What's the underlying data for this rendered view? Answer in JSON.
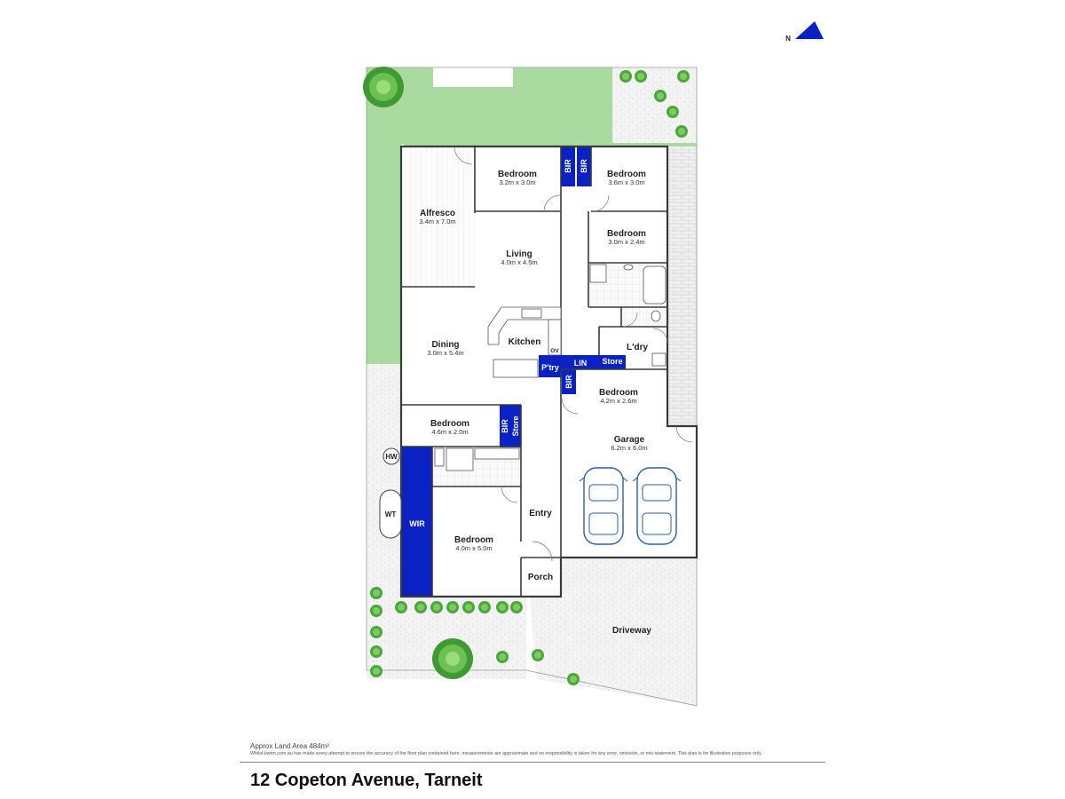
{
  "rooms": [
    {
      "id": "alfresco",
      "label": "Alfresco",
      "dims": "3.4m x 7.0m"
    },
    {
      "id": "bed2",
      "label": "Bedroom",
      "dims": "3.2m x 3.0m"
    },
    {
      "id": "bed3",
      "label": "Bedroom",
      "dims": "3.6m x 3.0m"
    },
    {
      "id": "bed4",
      "label": "Bedroom",
      "dims": "3.0m x 2.4m"
    },
    {
      "id": "living",
      "label": "Living",
      "dims": "4.0m x 4.5m"
    },
    {
      "id": "dining",
      "label": "Dining",
      "dims": "3.0m x 5.4m"
    },
    {
      "id": "kitchen",
      "label": "Kitchen",
      "dims": ""
    },
    {
      "id": "laundry",
      "label": "L'dry",
      "dims": ""
    },
    {
      "id": "bed5",
      "label": "Bedroom",
      "dims": "4.2m x 2.6m"
    },
    {
      "id": "bed6",
      "label": "Bedroom",
      "dims": "4.6m x 2.0m"
    },
    {
      "id": "garage",
      "label": "Garage",
      "dims": "6.2m x 6.0m"
    },
    {
      "id": "entry",
      "label": "Entry",
      "dims": ""
    },
    {
      "id": "master",
      "label": "Bedroom",
      "dims": "4.0m x 5.0m"
    },
    {
      "id": "porch",
      "label": "Porch",
      "dims": ""
    },
    {
      "id": "driveway",
      "label": "Driveway",
      "dims": ""
    }
  ],
  "storage_labels": {
    "bir_1": "BIR",
    "bir_2": "BIR",
    "bir_3": "BIR",
    "bir_4": "BIR",
    "store_1": "Store",
    "store_2": "Store",
    "lin": "LIN",
    "pantry": "P'try",
    "wir": "WIR"
  },
  "fixtures": {
    "hw": "HW",
    "wt": "WT",
    "oven": "OV"
  },
  "compass": {
    "letter": "N"
  },
  "footer": {
    "land_area": "Approx Land Area 484m²",
    "disclaimer": "Whilst bwrm.com.au has made every attempt to ensure the accuracy of the floor plan contained here, measurements are approximate and no responsibility is taken for any error, omission, or mis-statement. This plan is for illustrative purposes only.",
    "address": "12 Copeton Avenue, Tarneit"
  },
  "colors": {
    "lawn": "#a9dba0",
    "storage": "#0a22c4",
    "paving": "#ebebeb",
    "wall": "#3a3a3a",
    "shrub": "#4aa83a"
  }
}
